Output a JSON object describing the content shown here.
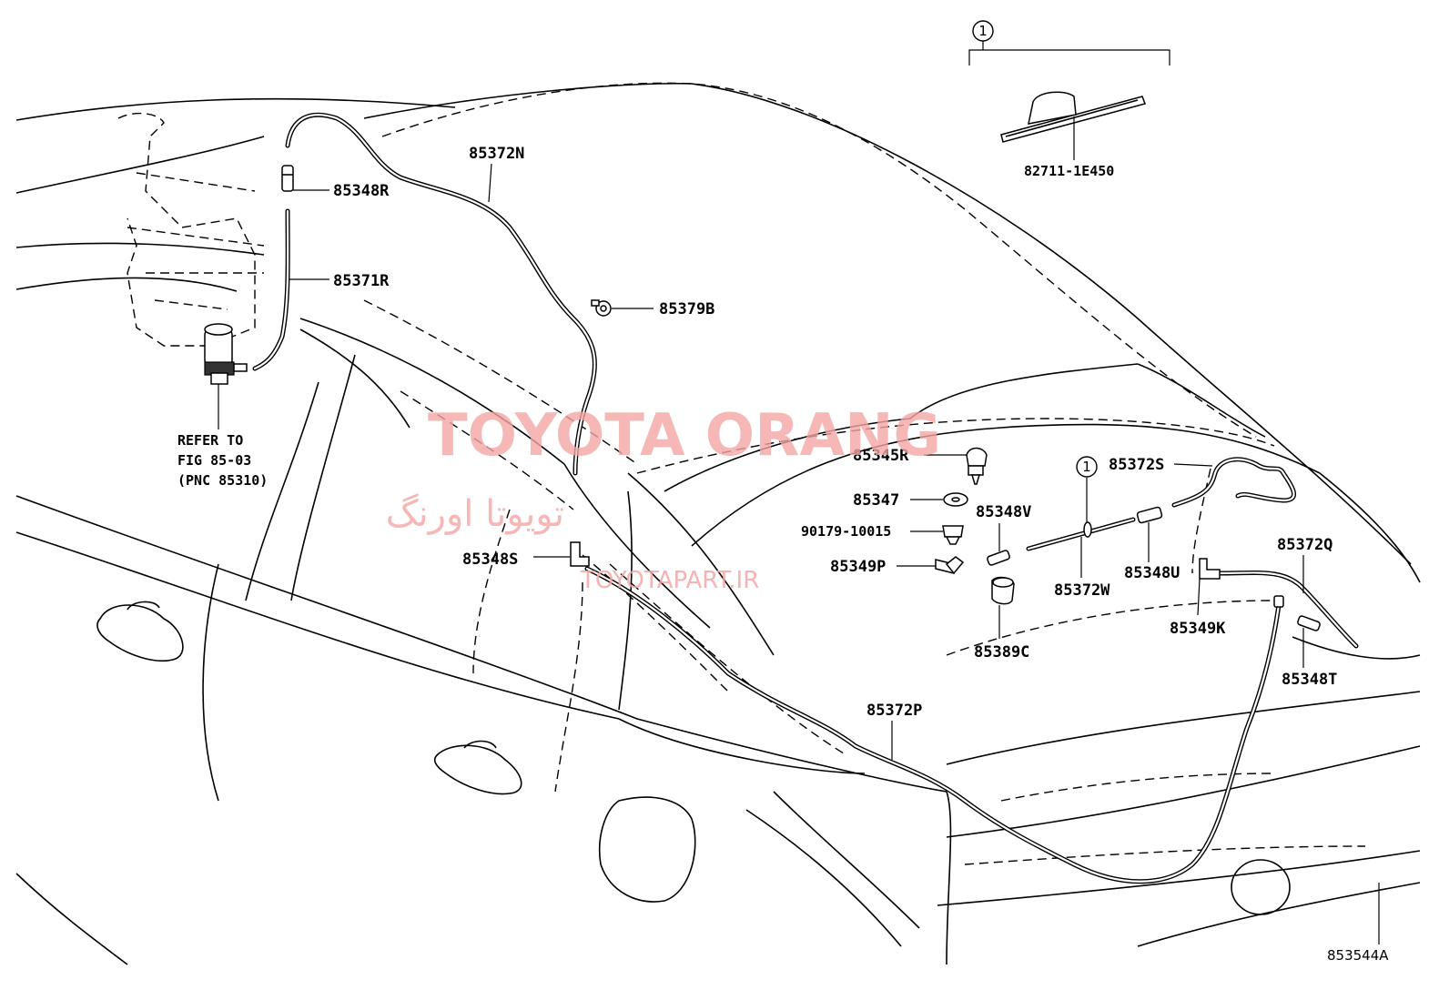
{
  "labels": {
    "p85372N": "85372N",
    "p85348R": "85348R",
    "p85371R": "85371R",
    "p85379B": "85379B",
    "p82711": "82711-1E450",
    "p85345R": "85345R",
    "p85347": "85347",
    "p90179": "90179-10015",
    "p85349P": "85349P",
    "p85348V": "85348V",
    "p85389C": "85389C",
    "p85372S": "85372S",
    "p85372W": "85372W",
    "p85348U": "85348U",
    "p85349K": "85349K",
    "p85372Q": "85372Q",
    "p85348T": "85348T",
    "p85348S": "85348S",
    "p85372P": "85372P"
  },
  "callouts": {
    "top": "1",
    "middle": "1"
  },
  "reference": {
    "line1": "REFER TO",
    "line2": "FIG 85-03",
    "line3": "(PNC 85310)"
  },
  "catalog_number": "853544A",
  "watermark": {
    "main": "TOYOTA ORANG",
    "persian": "تویوتا اورنگ",
    "url": "TOYOTAPART.IR"
  }
}
